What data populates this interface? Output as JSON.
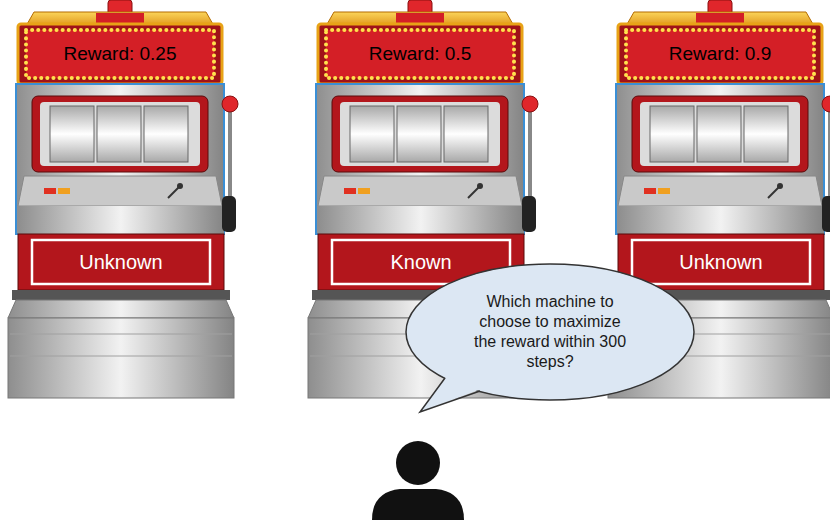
{
  "diagram": {
    "nodes": [
      {
        "text": [
          "Reward: 0.25",
          "Unknown"
        ]
      },
      {
        "text": [
          "Reward: 0.5",
          "Known"
        ]
      },
      {
        "text": [
          "Reward: 0.9",
          "Unknown"
        ]
      },
      {
        "text": [
          "Which machine to choose to maximize the reward within 300 steps?"
        ]
      }
    ]
  }
}
